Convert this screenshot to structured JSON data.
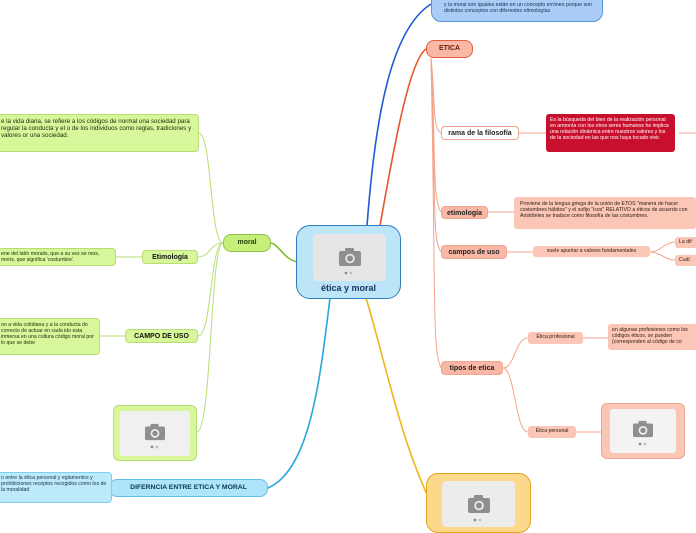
{
  "center": {
    "title": "ética y moral",
    "image_icon": "camera-icon"
  },
  "top_note": {
    "text": "y la moral son iguales están en un concepto erróneo porque son distintos conceptos con diferentes etimologías"
  },
  "etica": {
    "label": "ETICA",
    "rama": {
      "label": "rama de la filosofía",
      "definition": "Es la búsqueda del bien de la realización personal en armonía con los otros seres humanos he implica una relación dinámica entre nuestros valores y los de la sociedad en las que nos haya tocado vivir."
    },
    "etimologia": {
      "label": "etimología",
      "definition": "Proviene de la lengua griega de la unión de ETOS \"manera de hacer costumbres hábitos\" y el sufijo \"icos\" RELATIVO a éticos de acuerdo con Aristóteles se traduce como filosofía de las costumbres."
    },
    "campos": {
      "label": "campos de uso",
      "child": "suele apuntar a valores fundamentales",
      "sub": [
        "La dif",
        "Cuál"
      ]
    },
    "tipos": {
      "label": "tipos de etica",
      "profesional": {
        "label": "Ética profesional",
        "definition": "en algunas profesiones como los códigos éticos, se pueden (corresponden al código de co"
      },
      "personal": {
        "label": "Ética personal",
        "image_icon": "camera-icon"
      }
    },
    "yellow_image_icon": "camera-icon"
  },
  "moral": {
    "label": "moral",
    "definition": "e la vida diaria, se refiere a los códigos de normal una sociedad para regular la conducta y el o de los individuos como reglas, tradiciones y valores or una sociedad.",
    "etimologia": {
      "label": "Etimología",
      "definition": "ene del latín moralis, que a su vez se mos, moris, que significa 'costumbre'."
    },
    "campo": {
      "label": "CAMPO DE USO",
      "definition": "on a vida cotidiana y a la conducta do correcto de actuar en cada ido esta inmersa en una cultura código moral por lo que se debe"
    },
    "image_icon": "camera-icon"
  },
  "diferencia": {
    "label": "DIFERNCIA ENTRE ETICA Y MORAL",
    "definition": "o entre la ética personal y eglamentos y prohibiciones receptos recogidos como los de la moralidad"
  },
  "colors": {
    "center": "#bde5f8",
    "etica": "#f9b8a6",
    "red_definition": "#c8102e",
    "moral": "#c6ef7a",
    "diferencia": "#aee5fb",
    "yellow": "#fcd88a",
    "top_blue": "#a9cdf7"
  }
}
